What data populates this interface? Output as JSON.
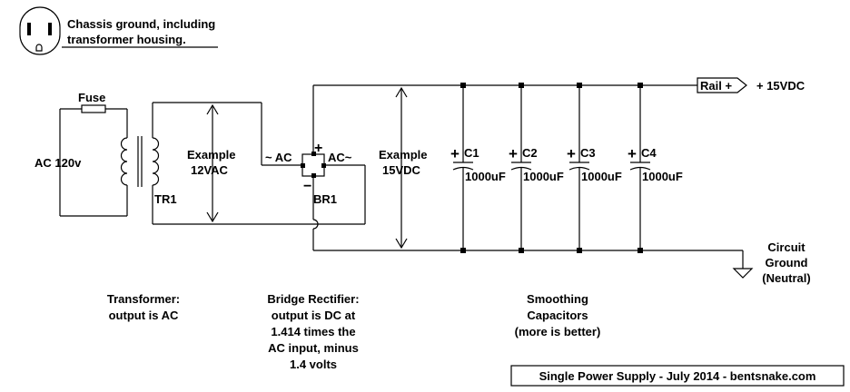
{
  "outlet_note": [
    "Chassis ground, including",
    "transformer housing."
  ],
  "fuse_label": "Fuse",
  "ac_input_label": "AC 120v",
  "transformer": {
    "ref": "TR1",
    "example": [
      "Example",
      "12VAC"
    ],
    "note": [
      "Transformer:",
      "output is AC"
    ]
  },
  "rectifier": {
    "ref": "BR1",
    "ac_left": "~ AC",
    "ac_right": "AC~",
    "plus": "+",
    "minus": "−",
    "example": [
      "Example",
      "15VDC"
    ],
    "note": [
      "Bridge Rectifier:",
      "output is DC at",
      "1.414 times the",
      "AC input, minus",
      "1.4 volts"
    ]
  },
  "capacitors": [
    {
      "ref": "C1",
      "value": "1000uF"
    },
    {
      "ref": "C2",
      "value": "1000uF"
    },
    {
      "ref": "C3",
      "value": "1000uF"
    },
    {
      "ref": "C4",
      "value": "1000uF"
    }
  ],
  "cap_plus": "+",
  "cap_note": [
    "Smoothing",
    "Capacitors",
    "(more is better)"
  ],
  "rail_label": "Rail +",
  "rail_voltage": "+ 15VDC",
  "ground_label": [
    "Circuit",
    "Ground",
    "(Neutral)"
  ],
  "footer": "Single Power Supply - July 2014 - bentsnake.com"
}
